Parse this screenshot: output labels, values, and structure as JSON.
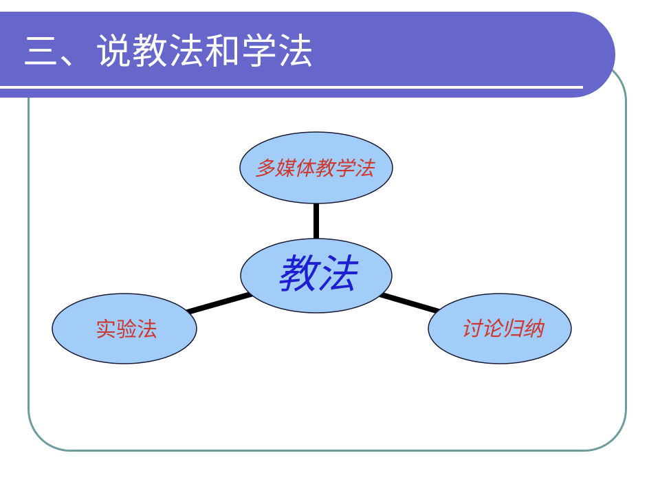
{
  "slide": {
    "title": "三、说教法和学法"
  },
  "colors": {
    "background": "#FFFFFF",
    "banner": "#6666CB",
    "title_text": "#FFFFFF",
    "title_underline": "#FFFFFF",
    "frame_border": "#6E9C9C"
  },
  "diagram": {
    "center_label": "教法",
    "center_label_color": "#1E1ED2",
    "top_label": "多媒体教学法",
    "left_label": "实验法",
    "right_label": "讨论归纳",
    "satellite_label_color": "#CD372D",
    "node_fill": "#A2CDF8",
    "node_stroke": "#1A1A33",
    "connector_color": "#000000"
  }
}
